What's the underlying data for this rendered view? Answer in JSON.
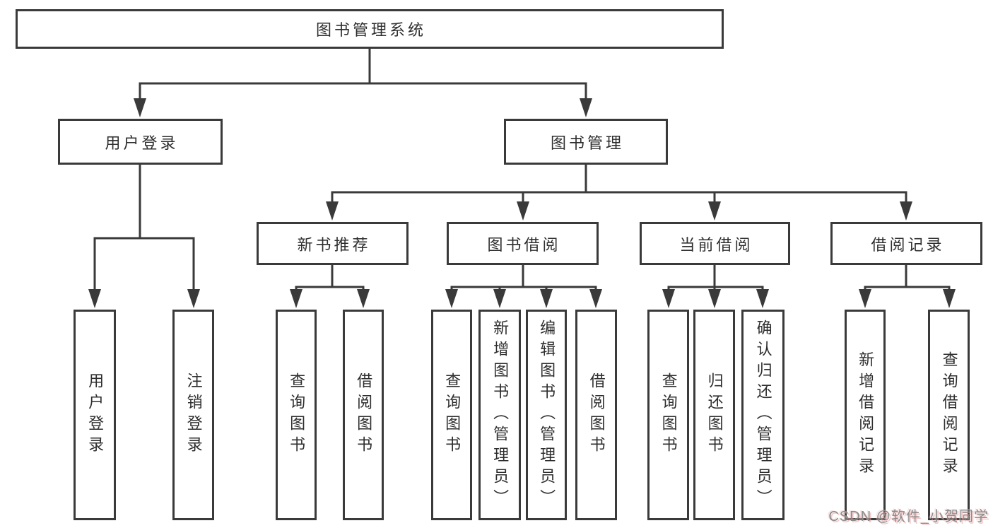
{
  "diagram": {
    "root": {
      "label": "图书管理系统"
    },
    "user_login": {
      "label": "用户登录",
      "children": {
        "login": {
          "label": "用户登录"
        },
        "logout": {
          "label": "注销登录"
        }
      }
    },
    "book_mgmt": {
      "label": "图书管理",
      "children": {
        "new_book": {
          "label": "新书推荐",
          "children": {
            "query": {
              "label": "查询图书"
            },
            "borrow": {
              "label": "借阅图书"
            }
          }
        },
        "borrowing": {
          "label": "图书借阅",
          "children": {
            "query": {
              "label": "查询图书"
            },
            "add": {
              "label": "新增图书（管理员）"
            },
            "edit": {
              "label": "编辑图书（管理员）"
            },
            "borrow": {
              "label": "借阅图书"
            }
          }
        },
        "current": {
          "label": "当前借阅",
          "children": {
            "query": {
              "label": "查询图书"
            },
            "return": {
              "label": "归还图书"
            },
            "confirm": {
              "label": "确认归还（管理员）"
            }
          }
        },
        "records": {
          "label": "借阅记录",
          "children": {
            "add": {
              "label": "新增借阅记录"
            },
            "query": {
              "label": "查询借阅记录"
            }
          }
        }
      }
    }
  },
  "watermark": {
    "text": "CSDN @软件_小贺同学"
  },
  "colors": {
    "line": "#3a3a3a",
    "text": "#2e2e2e",
    "watermark": "#8b8b8b",
    "watermark_shadow": "#e99a9a"
  }
}
